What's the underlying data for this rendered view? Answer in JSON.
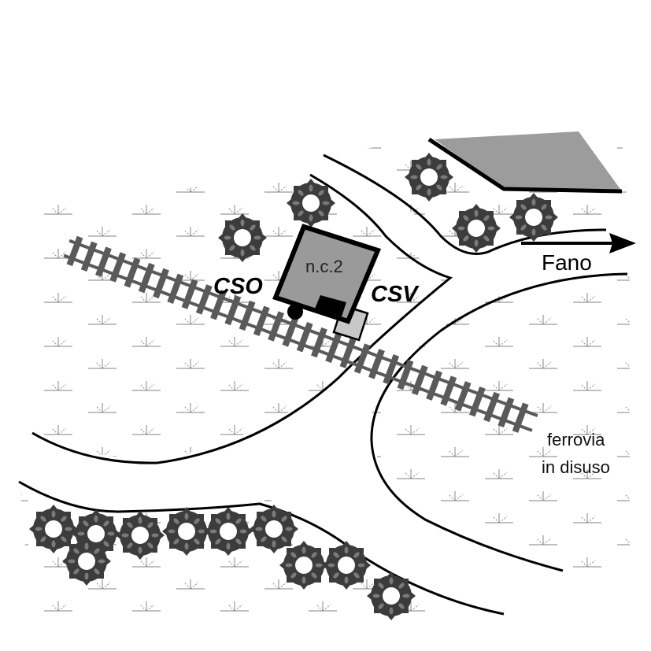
{
  "labels": {
    "building": "n.c.2",
    "cso": "CSO",
    "csv": "CSV",
    "direction": "Fano",
    "railway_line1": "ferrovia",
    "railway_line2": "in disuso"
  },
  "colors": {
    "building_fill": "#9a9a9a",
    "annex_fill": "#c8c8c8",
    "tree_dark": "#3c3c3c",
    "tree_leaf": "#7a7a7a",
    "rail": "#5a5a5a",
    "grass": "#9a9a9a",
    "road_edge": "#000000",
    "field_fill": "#9c9c9c"
  }
}
